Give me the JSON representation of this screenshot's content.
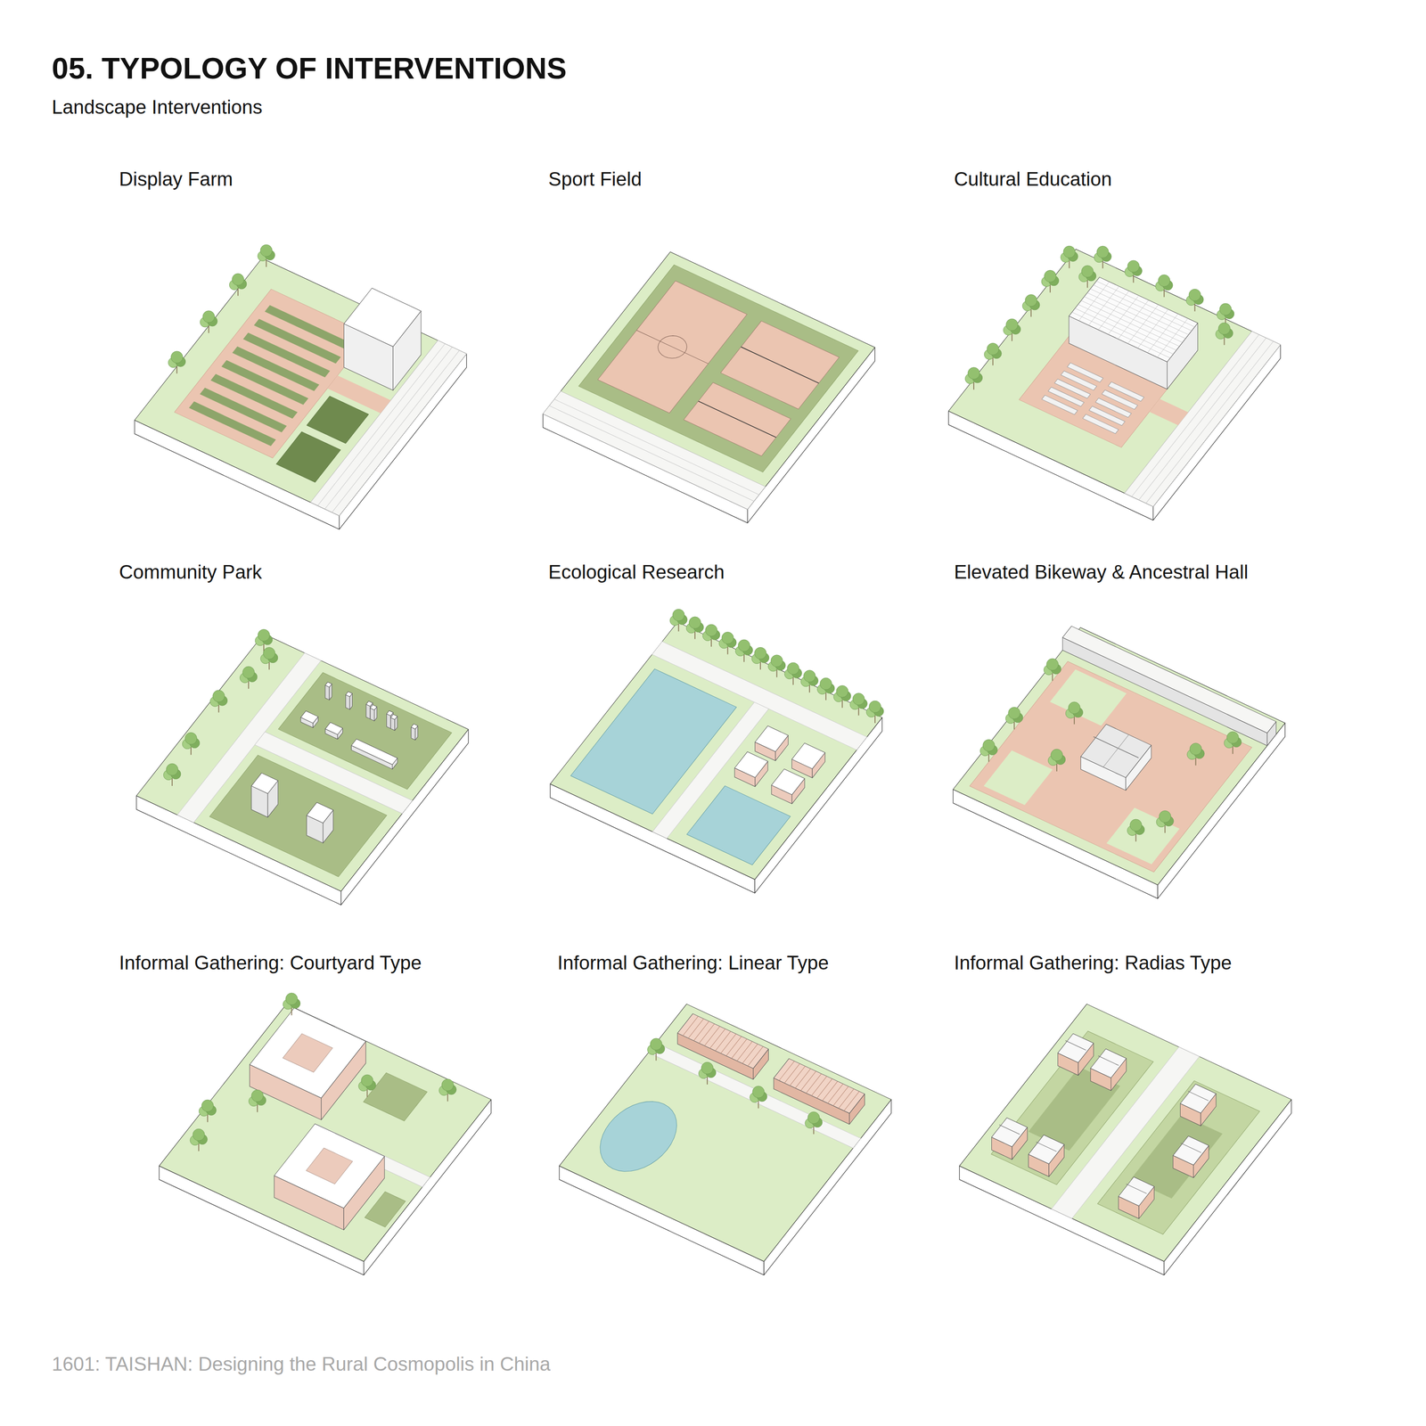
{
  "diagram": {
    "title": "05. TYPOLOGY OF INTERVENTIONS",
    "nodes": [
      {
        "text": [
          "Display Farm"
        ]
      },
      {
        "text": [
          "Sport Field"
        ]
      },
      {
        "text": [
          "Cultural Education"
        ]
      },
      {
        "text": [
          "Community Park"
        ]
      },
      {
        "text": [
          "Ecological Research"
        ]
      },
      {
        "text": [
          "Elevated Bikeway & Ancestral Hall"
        ]
      },
      {
        "text": [
          "Informal Gathering: Courtyard Type"
        ]
      },
      {
        "text": [
          "Informal Gathering: Linear Type"
        ]
      },
      {
        "text": [
          "Informal Gathering: Radias Type"
        ]
      }
    ],
    "labels": [
      "Landscape Interventions",
      "1601: TAISHAN: Designing the Rural Cosmopolis in China"
    ]
  }
}
